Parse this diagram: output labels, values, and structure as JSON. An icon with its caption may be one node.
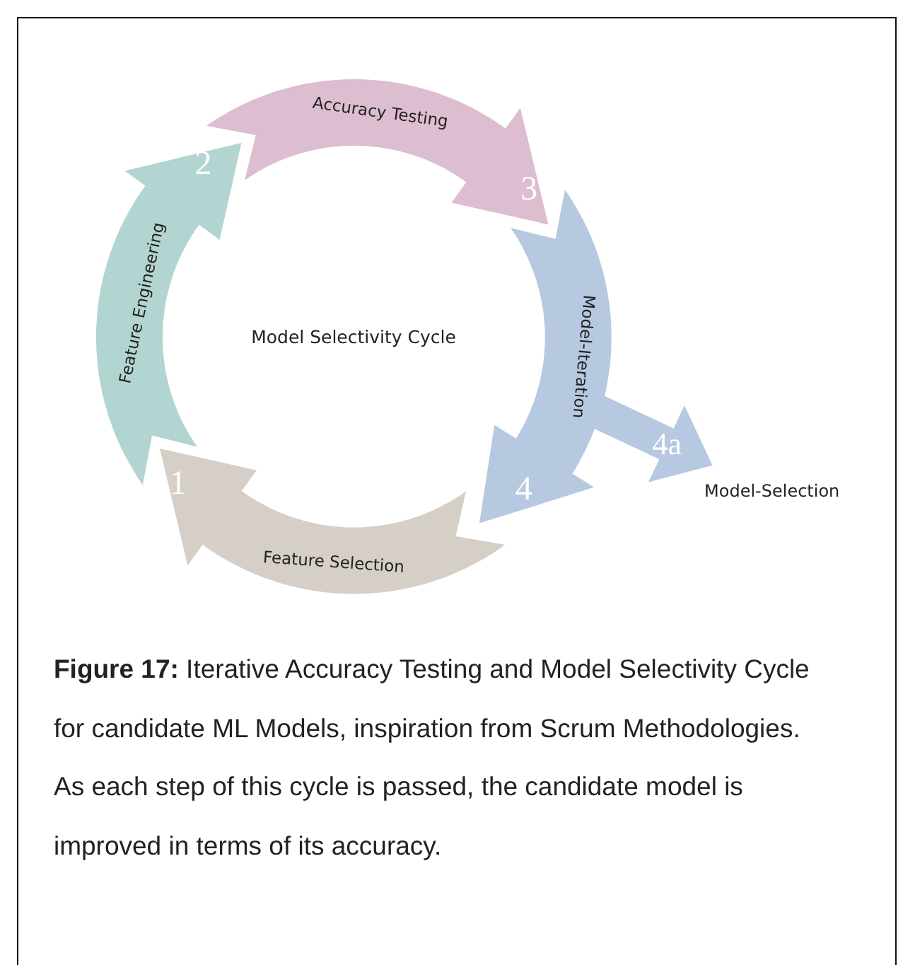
{
  "diagram": {
    "caption": "**Figure 17:** Iterative Accuracy Testing and Model Selectivity Cycle for candidate ML Models, inspiration from Scrum Methodologies. As each step of this cycle is passed, the candidate model is improved in terms of its accuracy.",
    "nodes": [
      {
        "text": [
          "Feature Selection",
          "1"
        ]
      },
      {
        "text": [
          "Feature Engineering",
          "2"
        ]
      },
      {
        "text": [
          "Accuracy Testing",
          "3"
        ]
      },
      {
        "text": [
          "Model-Iteration",
          "4"
        ]
      },
      {
        "text": [
          "Model-Selection"
        ]
      }
    ],
    "edges": [
      {
        "from": 3,
        "to": 4,
        "arrow": "to",
        "label": "4a"
      }
    ],
    "labels": [
      "Model Selectivity Cycle"
    ]
  }
}
